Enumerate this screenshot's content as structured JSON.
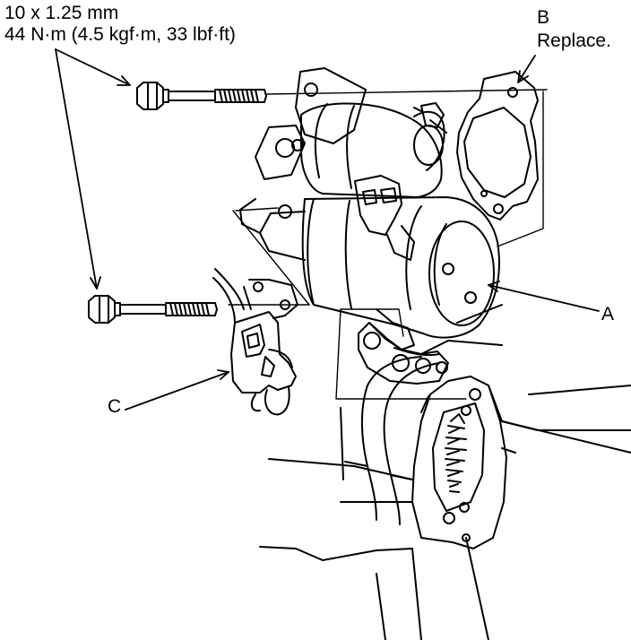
{
  "spec": {
    "line1": "10 x 1.25 mm",
    "line2": "44 N·m (4.5 kgf·m, 33 lbf·ft)"
  },
  "callouts": {
    "a": "A",
    "b": "B",
    "b_note": "Replace.",
    "c": "C"
  },
  "colors": {
    "ink": "#000000",
    "paper": "#ffffff"
  },
  "parts": {
    "a": "starter-motor",
    "b": "gasket",
    "c": "harness-bracket",
    "fastener": "mounting-bolt"
  }
}
